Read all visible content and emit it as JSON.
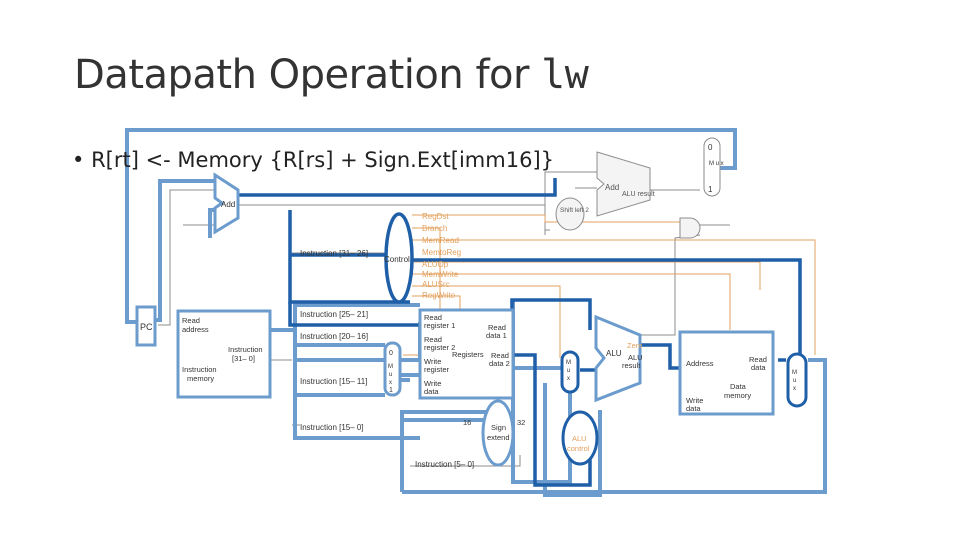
{
  "slide": {
    "title_text": "Datapath Operation for ",
    "title_code": "lw",
    "bullet": "R[rt]  <-  Memory {R[rs] + Sign.Ext[imm16]}"
  },
  "colors": {
    "highlight_light": "#6b9ccd",
    "highlight_dark": "#1f5fa8",
    "control_signal": "#e2a15e",
    "wire": "#8c8c8c"
  },
  "datapath": {
    "pc_label": "PC",
    "add_label": "Add",
    "add2_label": "Add",
    "alu_result_label": "ALU result",
    "shift_label": "Shift left 2",
    "control_label": "Control",
    "control_signals": [
      "RegDst",
      "Branch",
      "MemRead",
      "MemtoReg",
      "ALUOp",
      "MemWrite",
      "ALUSrc",
      "RegWrite"
    ],
    "instruction_fields": [
      "Instruction [31– 26]",
      "Instruction [25– 21]",
      "Instruction [20– 16]",
      "Instruction [15– 11]",
      "Instruction [15– 0]",
      "Instruction [5– 0]"
    ],
    "imem": {
      "read_address": "Read address",
      "instruction": "Instruction [31– 0]",
      "name": "Instruction memory"
    },
    "regfile": {
      "read_reg1": "Read register 1",
      "read_reg2": "Read register 2",
      "write_reg": "Write register",
      "write_data": "Write data",
      "read_data1": "Read data 1",
      "read_data2": "Read data 2",
      "name": "Registers"
    },
    "mux_letters": "M u x",
    "mux_zero": "0",
    "mux_one": "1",
    "sign_extend": "Sign extend",
    "bits_in": "16",
    "bits_out": "32",
    "alu": {
      "name": "ALU",
      "zero": "Zero",
      "result": "ALU result"
    },
    "alu_control": "ALU control",
    "dmem": {
      "address": "Address",
      "read_data": "Read data",
      "write_data": "Write data",
      "name": "Data memory"
    }
  }
}
